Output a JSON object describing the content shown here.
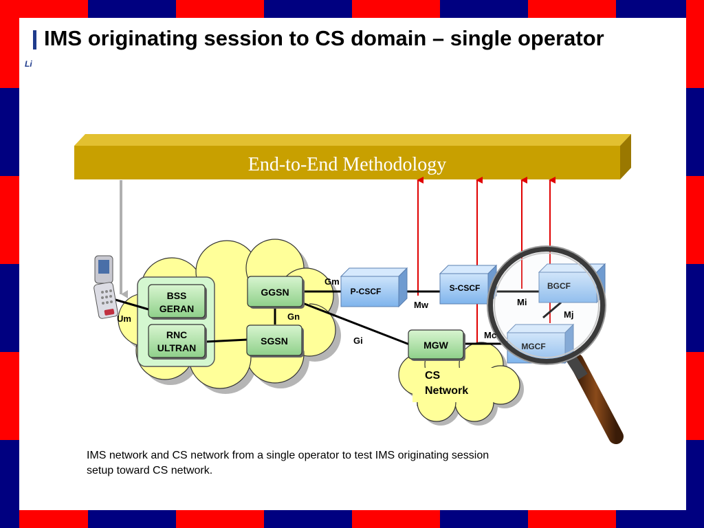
{
  "slide": {
    "title": "IMS originating session to CS domain – single operator",
    "logo_fragment": "Li",
    "caption": "IMS network and CS network from a single operator to test IMS originating session setup toward CS network."
  },
  "diagram": {
    "banner": "End-to-End Methodology",
    "nodes": {
      "bss_line1": "BSS",
      "bss_line2": "GERAN",
      "rnc_line1": "RNC",
      "rnc_line2": "ULTRAN",
      "ggsn": "GGSN",
      "sgsn": "SGSN",
      "pcscf": "P-CSCF",
      "scscf": "S-CSCF",
      "bgcf": "BGCF",
      "mgcf": "MGCF",
      "mgw": "MGW",
      "cs_network_line1": "CS",
      "cs_network_line2": "Network"
    },
    "interfaces": {
      "um": "Um",
      "gn": "Gn",
      "gm": "Gm",
      "gi": "Gi",
      "mw": "Mw",
      "mi": "Mi",
      "mj": "Mj",
      "mc": "Mc"
    }
  },
  "colors": {
    "border_red": "#ff0000",
    "border_blue": "#000080",
    "banner_gold": "#c8a000",
    "cloud_yellow": "#ffff99",
    "node_green": "#b8e8b0",
    "node_blue": "#a9cff5",
    "arrow_red": "#e00000"
  }
}
